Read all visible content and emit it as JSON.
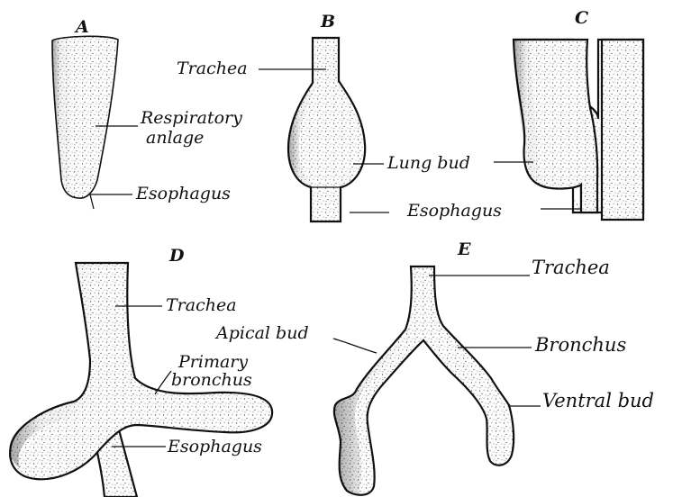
{
  "panels": {
    "A": {
      "letter": "A",
      "labels": {
        "respiratory": "Respiratory",
        "anlage": "anlage",
        "esophagus": "Esophagus"
      }
    },
    "B": {
      "letter": "B",
      "labels": {
        "trachea": "Trachea",
        "lung_bud": "Lung bud",
        "esophagus": "Esophagus"
      }
    },
    "C": {
      "letter": "C"
    },
    "D": {
      "letter": "D",
      "labels": {
        "trachea": "Trachea",
        "primary": "Primary",
        "bronchus": "bronchus",
        "esophagus": "Esophagus"
      }
    },
    "E": {
      "letter": "E",
      "labels": {
        "trachea": "Trachea",
        "apical_bud": "Apical bud",
        "bronchus": "Bronchus",
        "ventral_bud": "Ventral bud"
      }
    }
  }
}
